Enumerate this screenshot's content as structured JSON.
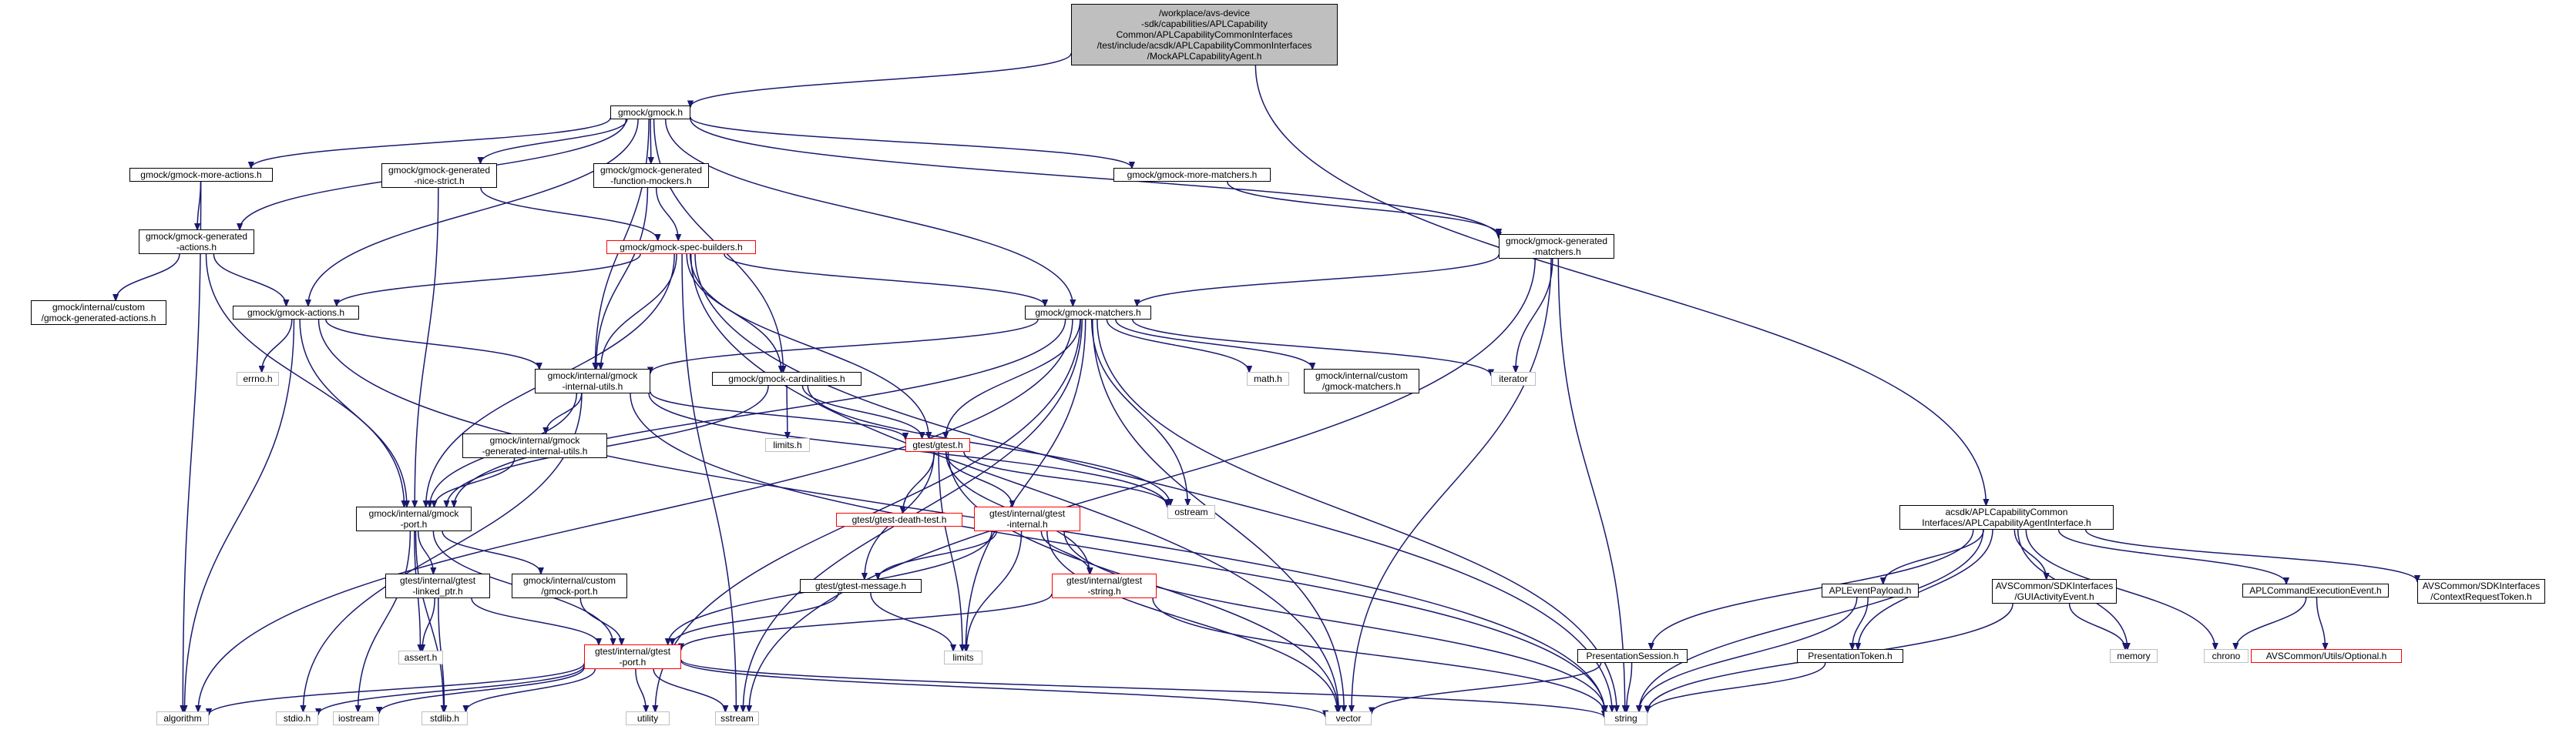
{
  "graph": {
    "edge_color": "#191970",
    "nodes": {
      "root": {
        "label": "/workplace/avs-device\n-sdk/capabilities/APLCapability\nCommon/APLCapabilityCommonInterfaces\n/test/include/acsdk/APLCapabilityCommonInterfaces\n/MockAPLCapabilityAgent.h",
        "style": "root"
      },
      "gmock": {
        "label": "gmock/gmock.h",
        "style": "normal"
      },
      "acsdk_iface": {
        "label": "acsdk/APLCapabilityCommon\nInterfaces/APLCapabilityAgentInterface.h",
        "style": "normal"
      },
      "more_actions": {
        "label": "gmock/gmock-more-actions.h",
        "style": "normal"
      },
      "nice_strict": {
        "label": "gmock/gmock-generated\n-nice-strict.h",
        "style": "normal"
      },
      "func_mockers": {
        "label": "gmock/gmock-generated\n-function-mockers.h",
        "style": "normal"
      },
      "more_matchers": {
        "label": "gmock/gmock-more-matchers.h",
        "style": "normal"
      },
      "gen_actions": {
        "label": "gmock/gmock-generated\n-actions.h",
        "style": "normal"
      },
      "spec_builders": {
        "label": "gmock/gmock-spec-builders.h",
        "style": "red"
      },
      "gen_matchers": {
        "label": "gmock/gmock-generated\n-matchers.h",
        "style": "normal"
      },
      "custom_gen_actions": {
        "label": "gmock/internal/custom\n/gmock-generated-actions.h",
        "style": "normal"
      },
      "gmock_actions": {
        "label": "gmock/gmock-actions.h",
        "style": "normal"
      },
      "gmock_matchers": {
        "label": "gmock/gmock-matchers.h",
        "style": "normal"
      },
      "errno": {
        "label": "errno.h",
        "style": "grey"
      },
      "internal_utils": {
        "label": "gmock/internal/gmock\n-internal-utils.h",
        "style": "normal"
      },
      "cardinalities": {
        "label": "gmock/gmock-cardinalities.h",
        "style": "normal"
      },
      "math": {
        "label": "math.h",
        "style": "grey"
      },
      "custom_matchers": {
        "label": "gmock/internal/custom\n/gmock-matchers.h",
        "style": "normal"
      },
      "iterator": {
        "label": "iterator",
        "style": "grey"
      },
      "limits_h": {
        "label": "limits.h",
        "style": "grey"
      },
      "gtest": {
        "label": "gtest/gtest.h",
        "style": "red"
      },
      "gen_internal_utils": {
        "label": "gmock/internal/gmock\n-generated-internal-utils.h",
        "style": "normal"
      },
      "ostream": {
        "label": "ostream",
        "style": "grey"
      },
      "death_test": {
        "label": "gtest/gtest-death-test.h",
        "style": "red"
      },
      "gtest_internal": {
        "label": "gtest/internal/gtest\n-internal.h",
        "style": "red"
      },
      "gmock_port": {
        "label": "gmock/internal/gmock\n-port.h",
        "style": "normal"
      },
      "linked_ptr": {
        "label": "gtest/internal/gtest\n-linked_ptr.h",
        "style": "normal"
      },
      "custom_port": {
        "label": "gmock/internal/custom\n/gmock-port.h",
        "style": "normal"
      },
      "gtest_message": {
        "label": "gtest/gtest-message.h",
        "style": "normal"
      },
      "gtest_string": {
        "label": "gtest/internal/gtest\n-string.h",
        "style": "red"
      },
      "assert": {
        "label": "assert.h",
        "style": "grey"
      },
      "gtest_port": {
        "label": "gtest/internal/gtest\n-port.h",
        "style": "red"
      },
      "limits": {
        "label": "limits",
        "style": "grey"
      },
      "algorithm": {
        "label": "algorithm",
        "style": "grey"
      },
      "stdio": {
        "label": "stdio.h",
        "style": "grey"
      },
      "iostream": {
        "label": "iostream",
        "style": "grey"
      },
      "stdlib": {
        "label": "stdlib.h",
        "style": "grey"
      },
      "utility": {
        "label": "utility",
        "style": "grey"
      },
      "sstream": {
        "label": "sstream",
        "style": "grey"
      },
      "vector": {
        "label": "vector",
        "style": "grey"
      },
      "string": {
        "label": "string",
        "style": "grey"
      },
      "presentation_session": {
        "label": "PresentationSession.h",
        "style": "normal"
      },
      "event_payload": {
        "label": "APLEventPayload.h",
        "style": "normal"
      },
      "presentation_token": {
        "label": "PresentationToken.h",
        "style": "normal"
      },
      "gui_activity": {
        "label": "AVSCommon/SDKInterfaces\n/GUIActivityEvent.h",
        "style": "normal"
      },
      "memory": {
        "label": "memory",
        "style": "grey"
      },
      "chrono": {
        "label": "chrono",
        "style": "grey"
      },
      "cmd_exec_event": {
        "label": "APLCommandExecutionEvent.h",
        "style": "normal"
      },
      "optional": {
        "label": "AVSCommon/Utils/Optional.h",
        "style": "red"
      },
      "context_token": {
        "label": "AVSCommon/SDKInterfaces\n/ContextRequestToken.h",
        "style": "normal"
      }
    },
    "edges": [
      [
        "root",
        "gmock"
      ],
      [
        "root",
        "acsdk_iface"
      ],
      [
        "gmock",
        "more_actions"
      ],
      [
        "gmock",
        "nice_strict"
      ],
      [
        "gmock",
        "func_mockers"
      ],
      [
        "gmock",
        "more_matchers"
      ],
      [
        "gmock",
        "gen_actions"
      ],
      [
        "gmock",
        "gen_matchers"
      ],
      [
        "gmock",
        "gmock_actions"
      ],
      [
        "gmock",
        "gmock_matchers"
      ],
      [
        "gmock",
        "internal_utils"
      ],
      [
        "gmock",
        "cardinalities"
      ],
      [
        "more_actions",
        "gen_actions"
      ],
      [
        "more_actions",
        "algorithm"
      ],
      [
        "nice_strict",
        "spec_builders"
      ],
      [
        "nice_strict",
        "gmock_port"
      ],
      [
        "func_mockers",
        "spec_builders"
      ],
      [
        "func_mockers",
        "internal_utils"
      ],
      [
        "more_matchers",
        "gen_matchers"
      ],
      [
        "gen_actions",
        "custom_gen_actions"
      ],
      [
        "gen_actions",
        "gmock_actions"
      ],
      [
        "gen_actions",
        "gmock_port"
      ],
      [
        "spec_builders",
        "gmock_actions"
      ],
      [
        "spec_builders",
        "gmock_matchers"
      ],
      [
        "spec_builders",
        "internal_utils"
      ],
      [
        "spec_builders",
        "cardinalities"
      ],
      [
        "spec_builders",
        "gtest"
      ],
      [
        "spec_builders",
        "gmock_port"
      ],
      [
        "spec_builders",
        "sstream"
      ],
      [
        "spec_builders",
        "string"
      ],
      [
        "spec_builders",
        "vector"
      ],
      [
        "gen_matchers",
        "gmock_matchers"
      ],
      [
        "gen_matchers",
        "iterator"
      ],
      [
        "gen_matchers",
        "sstream"
      ],
      [
        "gen_matchers",
        "string"
      ],
      [
        "gen_matchers",
        "vector"
      ],
      [
        "gmock_actions",
        "errno"
      ],
      [
        "gmock_actions",
        "internal_utils"
      ],
      [
        "gmock_actions",
        "gmock_port"
      ],
      [
        "gmock_actions",
        "algorithm"
      ],
      [
        "gmock_actions",
        "string"
      ],
      [
        "gmock_matchers",
        "internal_utils"
      ],
      [
        "gmock_matchers",
        "gmock_port"
      ],
      [
        "gmock_matchers",
        "gtest"
      ],
      [
        "gmock_matchers",
        "math"
      ],
      [
        "gmock_matchers",
        "custom_matchers"
      ],
      [
        "gmock_matchers",
        "iterator"
      ],
      [
        "gmock_matchers",
        "algorithm"
      ],
      [
        "gmock_matchers",
        "limits"
      ],
      [
        "gmock_matchers",
        "ostream"
      ],
      [
        "gmock_matchers",
        "sstream"
      ],
      [
        "gmock_matchers",
        "string"
      ],
      [
        "gmock_matchers",
        "utility"
      ],
      [
        "gmock_matchers",
        "vector"
      ],
      [
        "internal_utils",
        "gen_internal_utils"
      ],
      [
        "internal_utils",
        "gmock_port"
      ],
      [
        "internal_utils",
        "gtest"
      ],
      [
        "internal_utils",
        "stdio"
      ],
      [
        "internal_utils",
        "ostream"
      ],
      [
        "internal_utils",
        "string"
      ],
      [
        "cardinalities",
        "limits_h"
      ],
      [
        "cardinalities",
        "gmock_port"
      ],
      [
        "cardinalities",
        "gtest"
      ],
      [
        "cardinalities",
        "ostream"
      ],
      [
        "gen_internal_utils",
        "gmock_port"
      ],
      [
        "gtest",
        "death_test"
      ],
      [
        "gtest",
        "gtest_internal"
      ],
      [
        "gtest",
        "gtest_message"
      ],
      [
        "gtest",
        "gtest_string"
      ],
      [
        "gtest",
        "ostream"
      ],
      [
        "gtest",
        "limits"
      ],
      [
        "gtest",
        "vector"
      ],
      [
        "gtest_internal",
        "gtest_port"
      ],
      [
        "gtest_internal",
        "gtest_message"
      ],
      [
        "gtest_internal",
        "gtest_string"
      ],
      [
        "gtest_internal",
        "limits"
      ],
      [
        "gtest_internal",
        "string"
      ],
      [
        "gtest_internal",
        "vector"
      ],
      [
        "gmock_port",
        "assert"
      ],
      [
        "gmock_port",
        "stdlib"
      ],
      [
        "gmock_port",
        "iostream"
      ],
      [
        "gmock_port",
        "linked_ptr"
      ],
      [
        "gmock_port",
        "custom_port"
      ],
      [
        "gmock_port",
        "gtest_port"
      ],
      [
        "linked_ptr",
        "assert"
      ],
      [
        "linked_ptr",
        "stdlib"
      ],
      [
        "linked_ptr",
        "gtest_port"
      ],
      [
        "custom_port",
        "gtest_port"
      ],
      [
        "gtest_message",
        "gtest_port"
      ],
      [
        "gtest_message",
        "limits"
      ],
      [
        "gtest_string",
        "gtest_port"
      ],
      [
        "gtest_string",
        "string"
      ],
      [
        "gtest_port",
        "algorithm"
      ],
      [
        "gtest_port",
        "stdio"
      ],
      [
        "gtest_port",
        "iostream"
      ],
      [
        "gtest_port",
        "stdlib"
      ],
      [
        "gtest_port",
        "utility"
      ],
      [
        "gtest_port",
        "sstream"
      ],
      [
        "gtest_port",
        "vector"
      ],
      [
        "gtest_port",
        "string"
      ],
      [
        "acsdk_iface",
        "presentation_session"
      ],
      [
        "acsdk_iface",
        "event_payload"
      ],
      [
        "acsdk_iface",
        "presentation_token"
      ],
      [
        "acsdk_iface",
        "gui_activity"
      ],
      [
        "acsdk_iface",
        "memory"
      ],
      [
        "acsdk_iface",
        "chrono"
      ],
      [
        "acsdk_iface",
        "cmd_exec_event"
      ],
      [
        "acsdk_iface",
        "context_token"
      ],
      [
        "acsdk_iface",
        "string"
      ],
      [
        "presentation_session",
        "string"
      ],
      [
        "presentation_session",
        "vector"
      ],
      [
        "event_payload",
        "presentation_token"
      ],
      [
        "event_payload",
        "string"
      ],
      [
        "presentation_token",
        "string"
      ],
      [
        "gui_activity",
        "memory"
      ],
      [
        "gui_activity",
        "string"
      ],
      [
        "cmd_exec_event",
        "chrono"
      ],
      [
        "cmd_exec_event",
        "optional"
      ]
    ]
  }
}
